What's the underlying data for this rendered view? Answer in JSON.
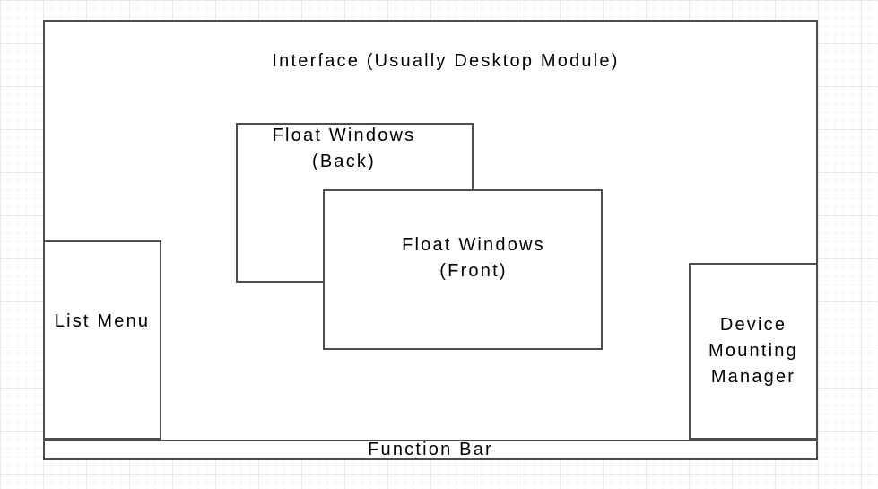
{
  "diagram": {
    "interface": {
      "label": "Interface (Usually Desktop Module)"
    },
    "float_back": {
      "line1": "Float Windows",
      "line2": "(Back)"
    },
    "float_front": {
      "line1": "Float Windows",
      "line2": "(Front)"
    },
    "list_menu": {
      "label": "List Menu"
    },
    "device_manager": {
      "line1": "Device",
      "line2": "Mounting",
      "line3": "Manager"
    },
    "function_bar": {
      "label": "Function Bar"
    },
    "style": {
      "stroke_color": "#4d4d4d",
      "fill_color": "#ffffff",
      "text_color": "#000000",
      "grid_minor_color": "#f5f5f5",
      "grid_major_color": "#e9e9e9"
    }
  }
}
